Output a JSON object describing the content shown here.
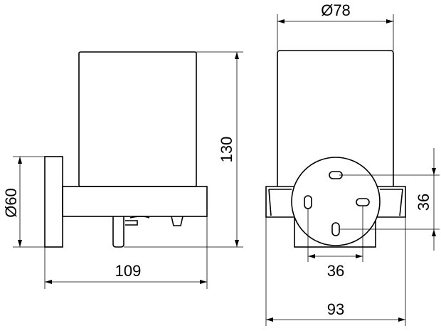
{
  "side_view": {
    "height_label": "130",
    "wall_plate_diameter_label": "Ø60",
    "depth_label": "109"
  },
  "front_view": {
    "glass_diameter_label": "Ø78",
    "hole_vertical_spacing_label": "36",
    "hole_horizontal_spacing_label": "36",
    "width_label": "93"
  }
}
